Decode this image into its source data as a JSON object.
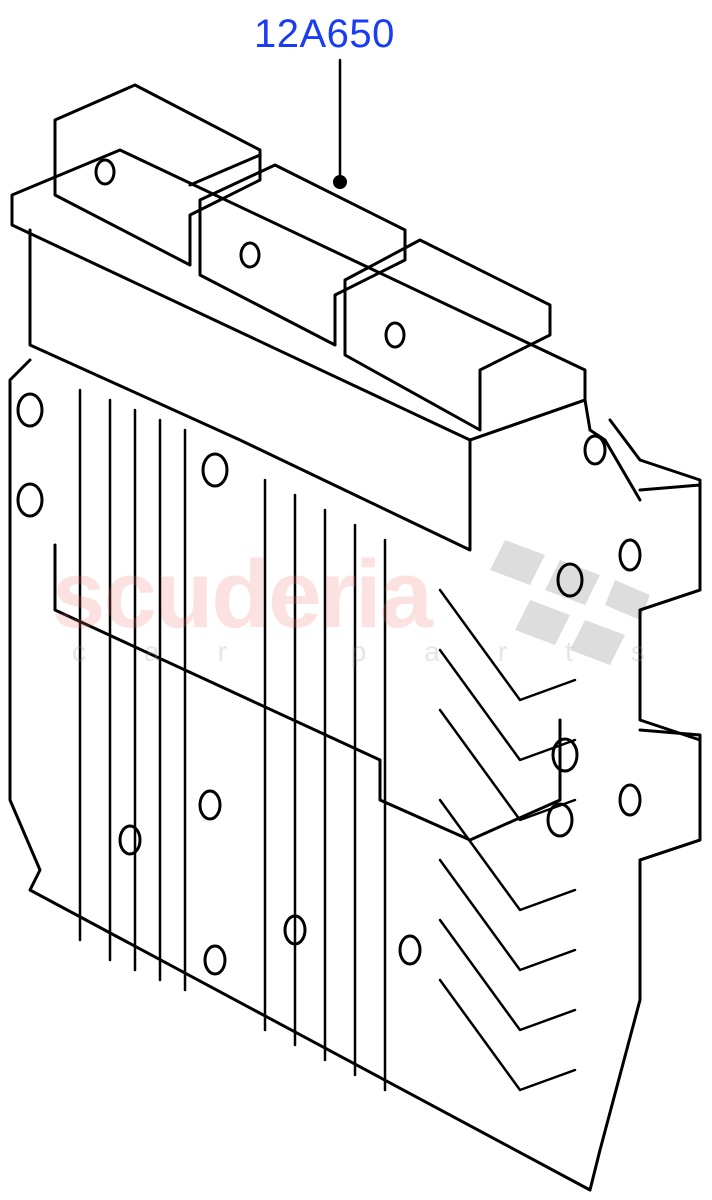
{
  "diagram": {
    "type": "parts-illustration",
    "subject": "engine-control-module",
    "callouts": [
      {
        "label": "12A650",
        "color": "#1a3cf5",
        "leader_from": [
          340,
          60
        ],
        "leader_to": [
          340,
          182
        ]
      }
    ],
    "watermark": {
      "main": "scuderia",
      "sub": "car parts"
    }
  }
}
